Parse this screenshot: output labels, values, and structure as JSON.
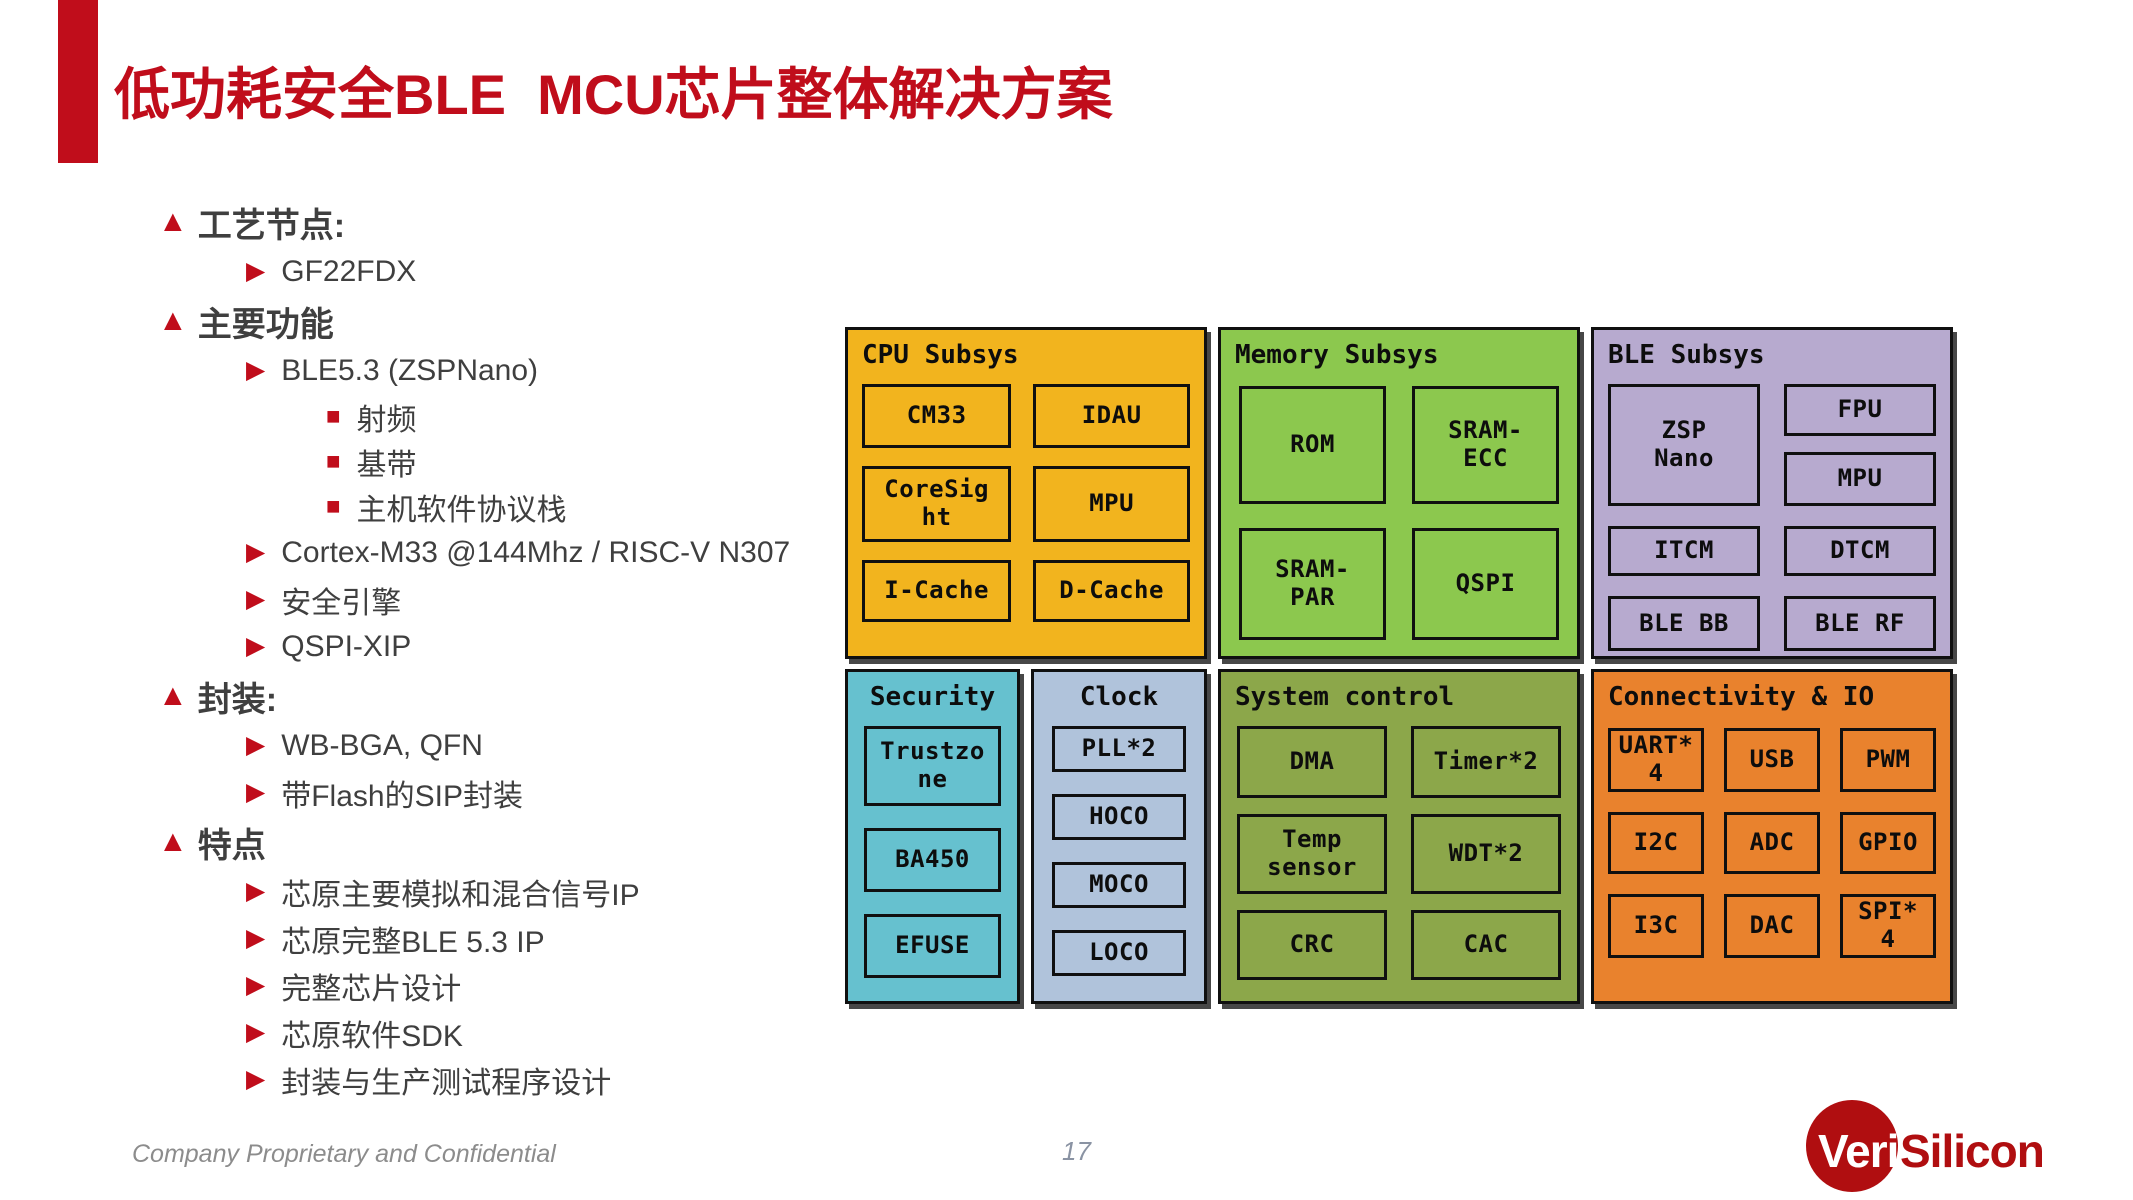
{
  "slide": {
    "title": "低功耗安全BLE  MCU芯片整体解决方案",
    "footer_left": "Company Proprietary and Confidential",
    "page_number": "17",
    "logo": {
      "veri": "Veri",
      "silicon": "Silicon"
    },
    "accent_color": "#C00D1B"
  },
  "bullets": {
    "markers": {
      "l1": "▲",
      "l2": "▶",
      "l3": "■"
    },
    "items": [
      {
        "level": 1,
        "text": "工艺节点:"
      },
      {
        "level": 2,
        "text": "GF22FDX"
      },
      {
        "level": 1,
        "text": "主要功能"
      },
      {
        "level": 2,
        "text": "BLE5.3 (ZSPNano)"
      },
      {
        "level": 3,
        "text": "射频"
      },
      {
        "level": 3,
        "text": "基带"
      },
      {
        "level": 3,
        "text": "主机软件协议栈"
      },
      {
        "level": 2,
        "text": "Cortex-M33 @144Mhz / RISC-V N307"
      },
      {
        "level": 2,
        "text": "安全引擎"
      },
      {
        "level": 2,
        "text": "QSPI-XIP"
      },
      {
        "level": 1,
        "text": "封装:"
      },
      {
        "level": 2,
        "text": "WB-BGA, QFN"
      },
      {
        "level": 2,
        "text": "带Flash的SIP封装"
      },
      {
        "level": 1,
        "text": "特点"
      },
      {
        "level": 2,
        "text": "芯原主要模拟和混合信号IP"
      },
      {
        "level": 2,
        "text": "芯原完整BLE 5.3 IP"
      },
      {
        "level": 2,
        "text": "完整芯片设计"
      },
      {
        "level": 2,
        "text": "芯原软件SDK"
      },
      {
        "level": 2,
        "text": "封装与生产测试程序设计"
      }
    ]
  },
  "diagram": {
    "blocks": [
      {
        "title": "CPU Subsys",
        "color": "#F2B41E",
        "items": [
          "CM33",
          "IDAU",
          "CoreSig\nht",
          "MPU",
          "I-Cache",
          "D-Cache"
        ]
      },
      {
        "title": "Memory Subsys",
        "color": "#8CC84E",
        "items": [
          "ROM",
          "SRAM-\nECC",
          "SRAM-\nPAR",
          "QSPI"
        ]
      },
      {
        "title": "BLE Subsys",
        "color": "#B7AACF",
        "items": [
          "ZSP\nNano",
          "FPU",
          "MPU",
          "ITCM",
          "DTCM",
          "BLE BB",
          "BLE RF"
        ]
      },
      {
        "title": "Security",
        "color": "#66C1CF",
        "items": [
          "Trustzo\nne",
          "BA450",
          "EFUSE"
        ]
      },
      {
        "title": "Clock",
        "color": "#B0C3DB",
        "items": [
          "PLL*2",
          "HOCO",
          "MOCO",
          "LOCO"
        ]
      },
      {
        "title": "System control",
        "color": "#8CA74A",
        "items": [
          "DMA",
          "Timer*2",
          "Temp\nsensor",
          "WDT*2",
          "CRC",
          "CAC"
        ]
      },
      {
        "title": "Connectivity & IO",
        "color": "#E9822D",
        "items": [
          "UART*\n4",
          "USB",
          "PWM",
          "I2C",
          "ADC",
          "GPIO",
          "I3C",
          "DAC",
          "SPI*\n4"
        ]
      }
    ]
  }
}
